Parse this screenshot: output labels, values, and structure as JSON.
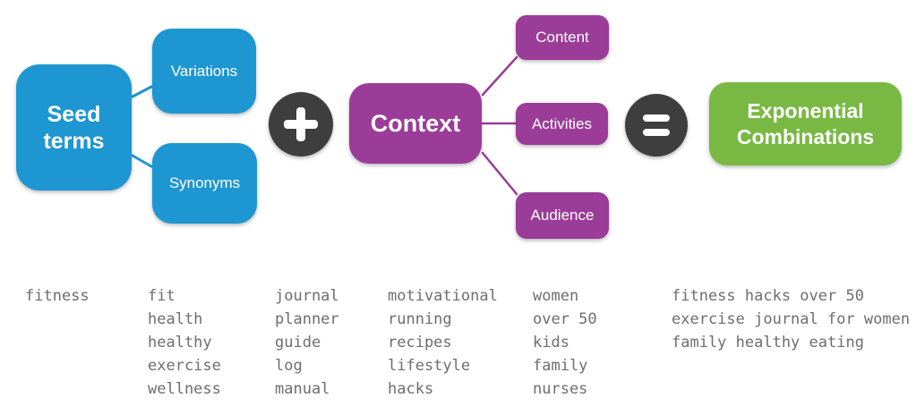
{
  "colors": {
    "blue": "#1e96d2",
    "purple": "#9a3c98",
    "green": "#79b943",
    "dark_circle": "#3e3e3e",
    "example_text_gray": "#6e6e6e",
    "label_white": "#ffffff"
  },
  "diagram": {
    "seed_terms_label": "Seed\nterms",
    "variations_label": "Variations",
    "synonyms_label": "Synonyms",
    "plus_symbol": "+",
    "context_label": "Context",
    "content_label": "Content",
    "activities_label": "Activities",
    "audience_label": "Audience",
    "equals_symbol": "=",
    "result_label": "Exponential\nCombinations"
  },
  "examples": {
    "columns": [
      {
        "items": [
          "fitness"
        ]
      },
      {
        "items": [
          "fit",
          "health",
          "healthy",
          "exercise",
          "wellness"
        ]
      },
      {
        "items": [
          "journal",
          "planner",
          "guide",
          "log",
          "manual"
        ]
      },
      {
        "items": [
          "motivational",
          "running",
          "recipes",
          "lifestyle",
          "hacks"
        ]
      },
      {
        "items": [
          "women",
          "over 50",
          "kids",
          "family",
          "nurses"
        ]
      },
      {
        "items": [
          "fitness hacks over 50",
          "exercise journal for women",
          "family healthy eating"
        ]
      }
    ]
  }
}
